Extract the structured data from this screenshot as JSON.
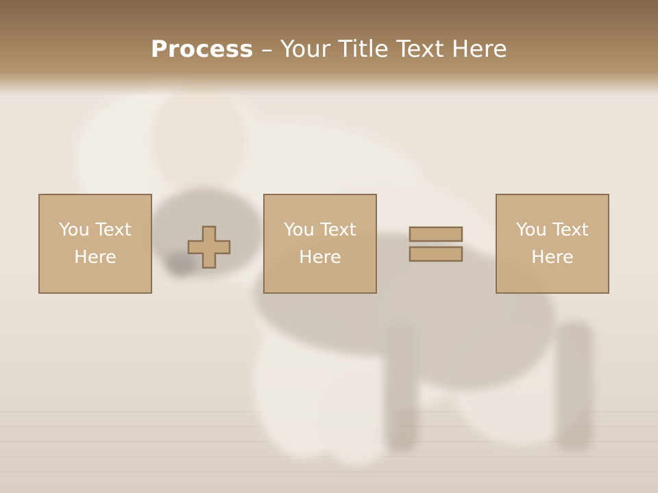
{
  "slide": {
    "title_bold": "Process",
    "title_dash": " – ",
    "title_rest": "Your Title Text Here"
  },
  "boxes": [
    {
      "line1": "You Text",
      "line2": "Here"
    },
    {
      "line1": "You Text",
      "line2": "Here"
    },
    {
      "line1": "You Text",
      "line2": "Here"
    }
  ],
  "operators": [
    "plus-icon",
    "equals-icon"
  ],
  "colors": {
    "header": "#a0815e",
    "box_fill": "#c8aa82",
    "box_border": "#8a6f52",
    "text": "#ffffff"
  }
}
